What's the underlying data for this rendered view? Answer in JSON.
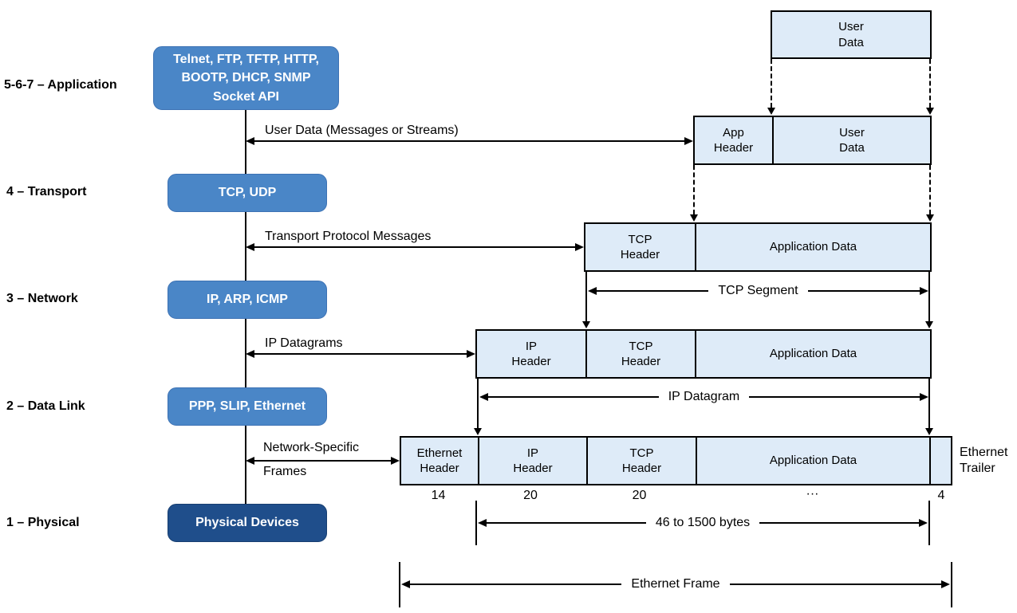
{
  "colors": {
    "protocol_box_blue": "#4A86C7",
    "protocol_box_navy": "#1F4E8B",
    "data_cell_fill": "#DEEBF8",
    "line_black": "#000000"
  },
  "layers": [
    {
      "label": "5-6-7 – Application",
      "protocols": "Telnet, FTP, TFTP, HTTP,\nBOOTP, DHCP, SNMP\nSocket API"
    },
    {
      "label": "4 – Transport",
      "protocols": "TCP, UDP"
    },
    {
      "label": "3 – Network",
      "protocols": "IP, ARP, ICMP"
    },
    {
      "label": "2 – Data Link",
      "protocols": "PPP, SLIP, Ethernet"
    },
    {
      "label": "1 – Physical",
      "protocols": "Physical Devices"
    }
  ],
  "trunk_arrows": [
    {
      "label": "User Data (Messages or Streams)"
    },
    {
      "label": "Transport Protocol Messages"
    },
    {
      "label": "IP Datagrams"
    },
    {
      "label_line1": "Network-Specific",
      "label_line2": "Frames"
    }
  ],
  "encapsulation_rows": [
    {
      "cells": [
        {
          "label": "User\nData"
        }
      ]
    },
    {
      "cells": [
        {
          "label": "App\nHeader"
        },
        {
          "label": "User\nData"
        }
      ]
    },
    {
      "cells": [
        {
          "label": "TCP\nHeader"
        },
        {
          "label": "Application Data"
        }
      ]
    },
    {
      "cells": [
        {
          "label": "IP\nHeader"
        },
        {
          "label": "TCP\nHeader"
        },
        {
          "label": "Application Data"
        }
      ]
    },
    {
      "cells": [
        {
          "label": "Ethernet\nHeader"
        },
        {
          "label": "IP\nHeader"
        },
        {
          "label": "TCP\nHeader"
        },
        {
          "label": "Application Data"
        },
        {
          "label": ""
        }
      ]
    }
  ],
  "span_arrows": {
    "tcp_segment": "TCP Segment",
    "ip_datagram": "IP Datagram",
    "payload_size": "46 to 1500 bytes",
    "ethernet_frame": "Ethernet Frame"
  },
  "byte_sizes": {
    "ethernet_header": "14",
    "ip_header": "20",
    "tcp_header": "20",
    "application_data": "···",
    "ethernet_trailer": "4"
  },
  "ethernet_trailer_label": "Ethernet\nTrailer"
}
